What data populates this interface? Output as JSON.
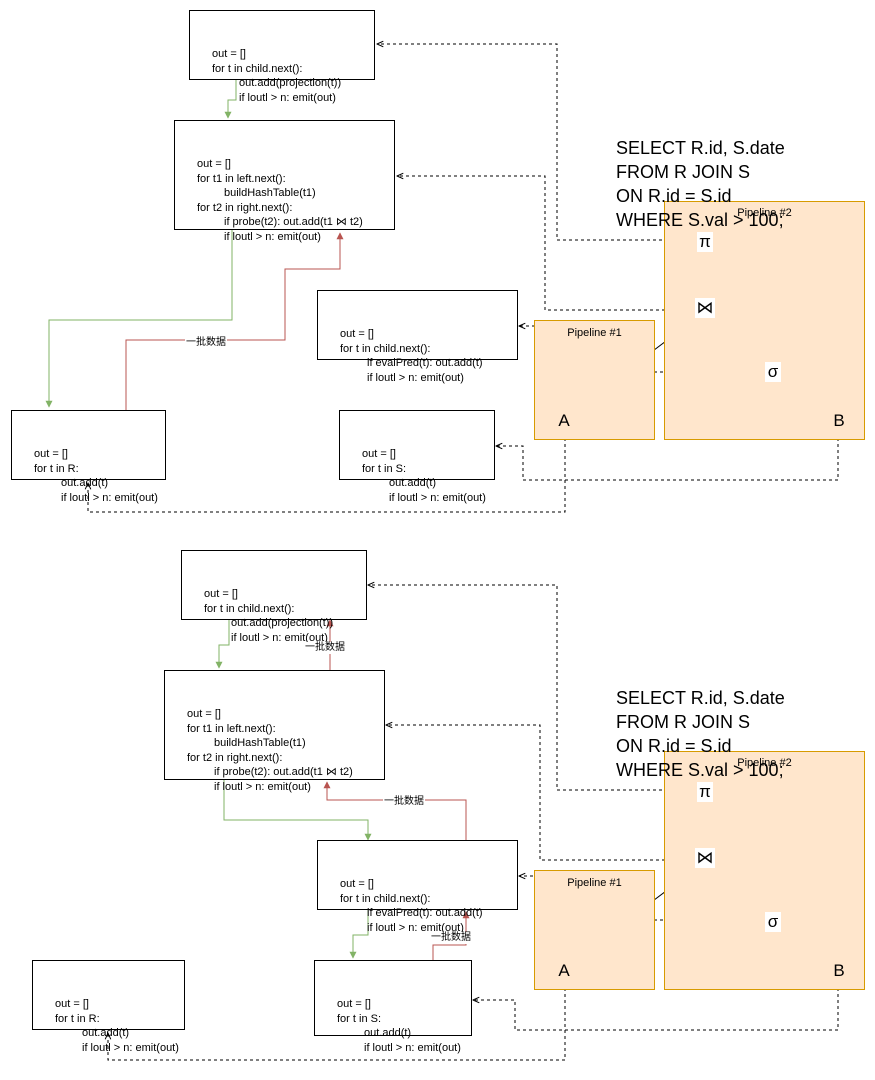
{
  "diagram_top": {
    "sql": [
      "SELECT R.id, S.date",
      "FROM R JOIN S",
      "ON R.id = S.id",
      "WHERE S.val > 100;"
    ],
    "pipeline1_label": "Pipeline #1",
    "pipeline2_label": "Pipeline #2",
    "nodes": {
      "pi": "π",
      "join": "⋈",
      "sigma": "σ",
      "a": "A",
      "b": "B"
    },
    "projection_box": [
      "out = []",
      "for t in child.next():",
      "out.add(projection(t))",
      "if loutl > n: emit(out)"
    ],
    "join_box": [
      "out = []",
      "for t1 in left.next():",
      "buildHashTable(t1)",
      "for t2 in right.next():",
      "if probe(t2): out.add(t1 ⋈ t2)",
      "if loutl > n: emit(out)"
    ],
    "filter_box": [
      "out = []",
      "for t in child.next():",
      "if evalPred(t): out.add(t)",
      "if loutl > n: emit(out)"
    ],
    "scan_r_box": [
      "out = []",
      "for t in R:",
      "out.add(t)",
      "if loutl > n: emit(out)"
    ],
    "scan_s_box": [
      "out = []",
      "for t in S:",
      "out.add(t)",
      "if loutl > n: emit(out)"
    ],
    "batch_label": "一批数据"
  },
  "diagram_bottom": {
    "sql": [
      "SELECT R.id, S.date",
      "FROM R JOIN S",
      "ON R.id = S.id",
      "WHERE S.val > 100;"
    ],
    "pipeline1_label": "Pipeline #1",
    "pipeline2_label": "Pipeline #2",
    "nodes": {
      "pi": "π",
      "join": "⋈",
      "sigma": "σ",
      "a": "A",
      "b": "B"
    },
    "projection_box": [
      "out = []",
      "for t in child.next():",
      "out.add(projection(t))",
      "if loutl > n: emit(out)"
    ],
    "join_box": [
      "out = []",
      "for t1 in left.next():",
      "buildHashTable(t1)",
      "for t2 in right.next():",
      "if probe(t2): out.add(t1 ⋈ t2)",
      "if loutl > n: emit(out)"
    ],
    "filter_box": [
      "out = []",
      "for t in child.next():",
      "if evalPred(t): out.add(t)",
      "if loutl > n: emit(out)"
    ],
    "scan_r_box": [
      "out = []",
      "for t in R:",
      "out.add(t)",
      "if loutl > n: emit(out)"
    ],
    "scan_s_box": [
      "out = []",
      "for t in S:",
      "out.add(t)",
      "if loutl > n: emit(out)"
    ],
    "batch_label_1": "一批数据",
    "batch_label_2": "一批数据",
    "batch_label_3": "一批数据"
  },
  "colors": {
    "green": "#82b366",
    "red": "#b85450",
    "pipeline_fill": "#ffe6cc",
    "pipeline_border": "#d79b00"
  }
}
